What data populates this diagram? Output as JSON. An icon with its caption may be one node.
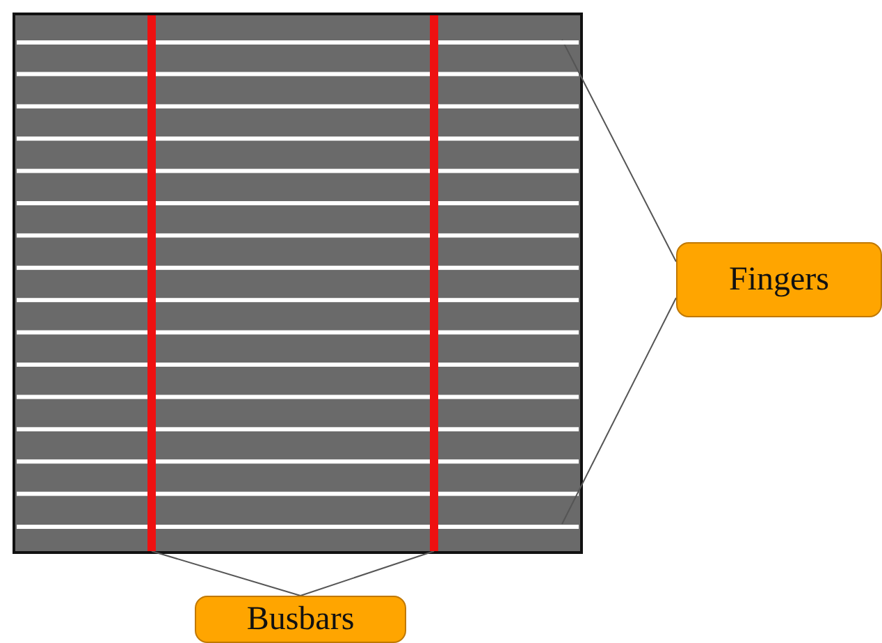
{
  "diagram": {
    "nodes": [
      {
        "text": [
          "Fingers"
        ]
      },
      {
        "text": [
          "Busbars"
        ]
      },
      {
        "text": [],
        "shape": "bar"
      },
      {
        "text": [],
        "shape": "bar"
      },
      {
        "text": [],
        "shape": "bar"
      },
      {
        "text": [],
        "shape": "bar"
      }
    ],
    "edges": [
      {
        "from": 0,
        "to": 2,
        "arrow": "none"
      },
      {
        "from": 0,
        "to": 3,
        "arrow": "none"
      },
      {
        "from": 1,
        "to": 4,
        "arrow": "none"
      },
      {
        "from": 1,
        "to": 5,
        "arrow": "none"
      }
    ]
  }
}
